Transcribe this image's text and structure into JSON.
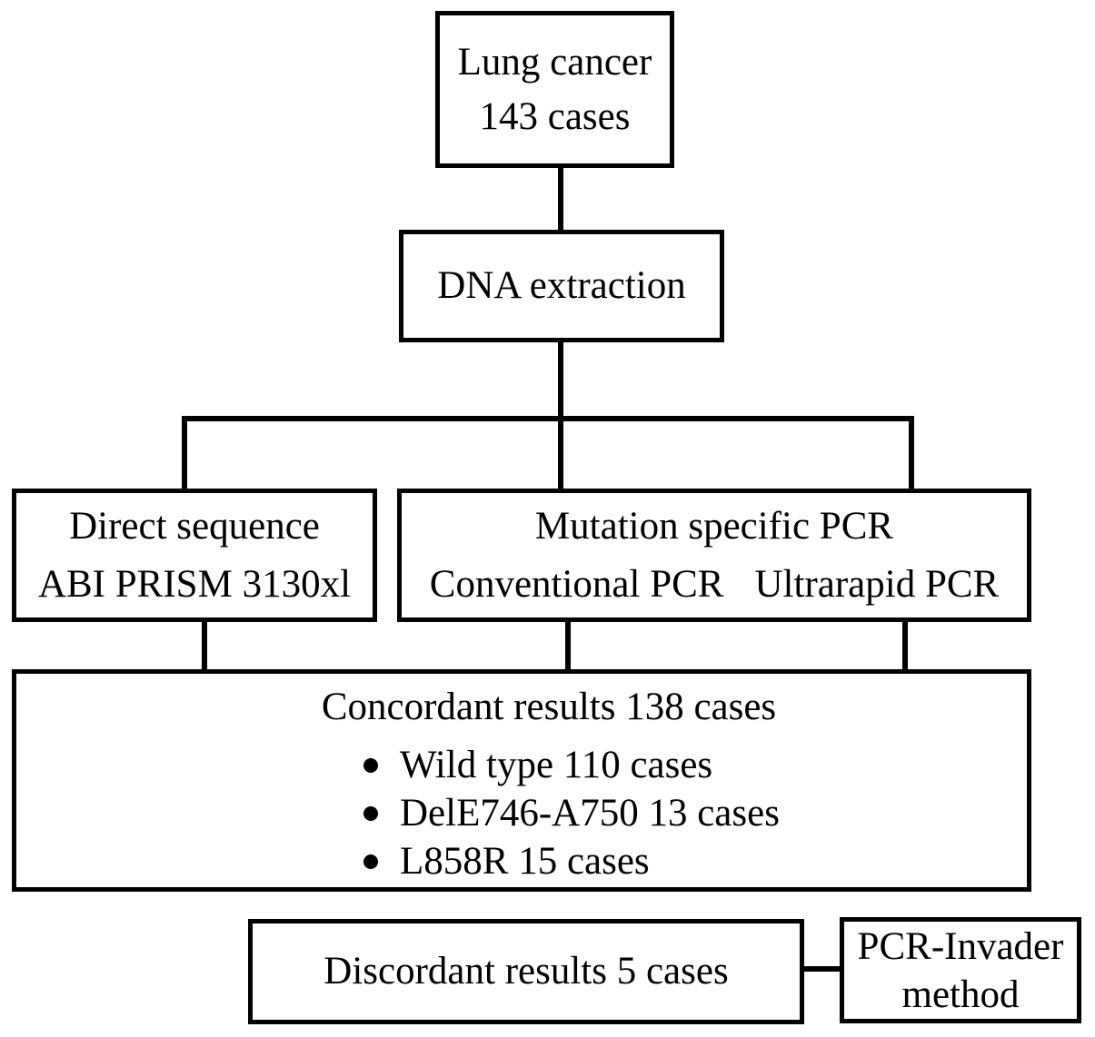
{
  "figure": {
    "background_color": "#ffffff",
    "line_color": "#000000",
    "text_color": "#000000",
    "nodes": {
      "lung_cancer": {
        "line1": "Lung cancer",
        "line2": "143 cases"
      },
      "dna_extraction": {
        "label": "DNA extraction"
      },
      "direct_sequence": {
        "line1": "Direct sequence",
        "line2": "ABI PRISM 3130xl"
      },
      "mutation_specific_pcr": {
        "title": "Mutation specific PCR",
        "method_left": "Conventional PCR",
        "method_right": "Ultrarapid PCR"
      },
      "concordant_results": {
        "title": "Concordant results 138 cases",
        "bullets": [
          "Wild type 110 cases",
          "DelE746-A750 13 cases",
          "L858R 15 cases"
        ]
      },
      "discordant_results": {
        "label": "Discordant results 5 cases"
      },
      "pcr_invader": {
        "line1": "PCR-Invader",
        "line2": "method"
      }
    }
  }
}
